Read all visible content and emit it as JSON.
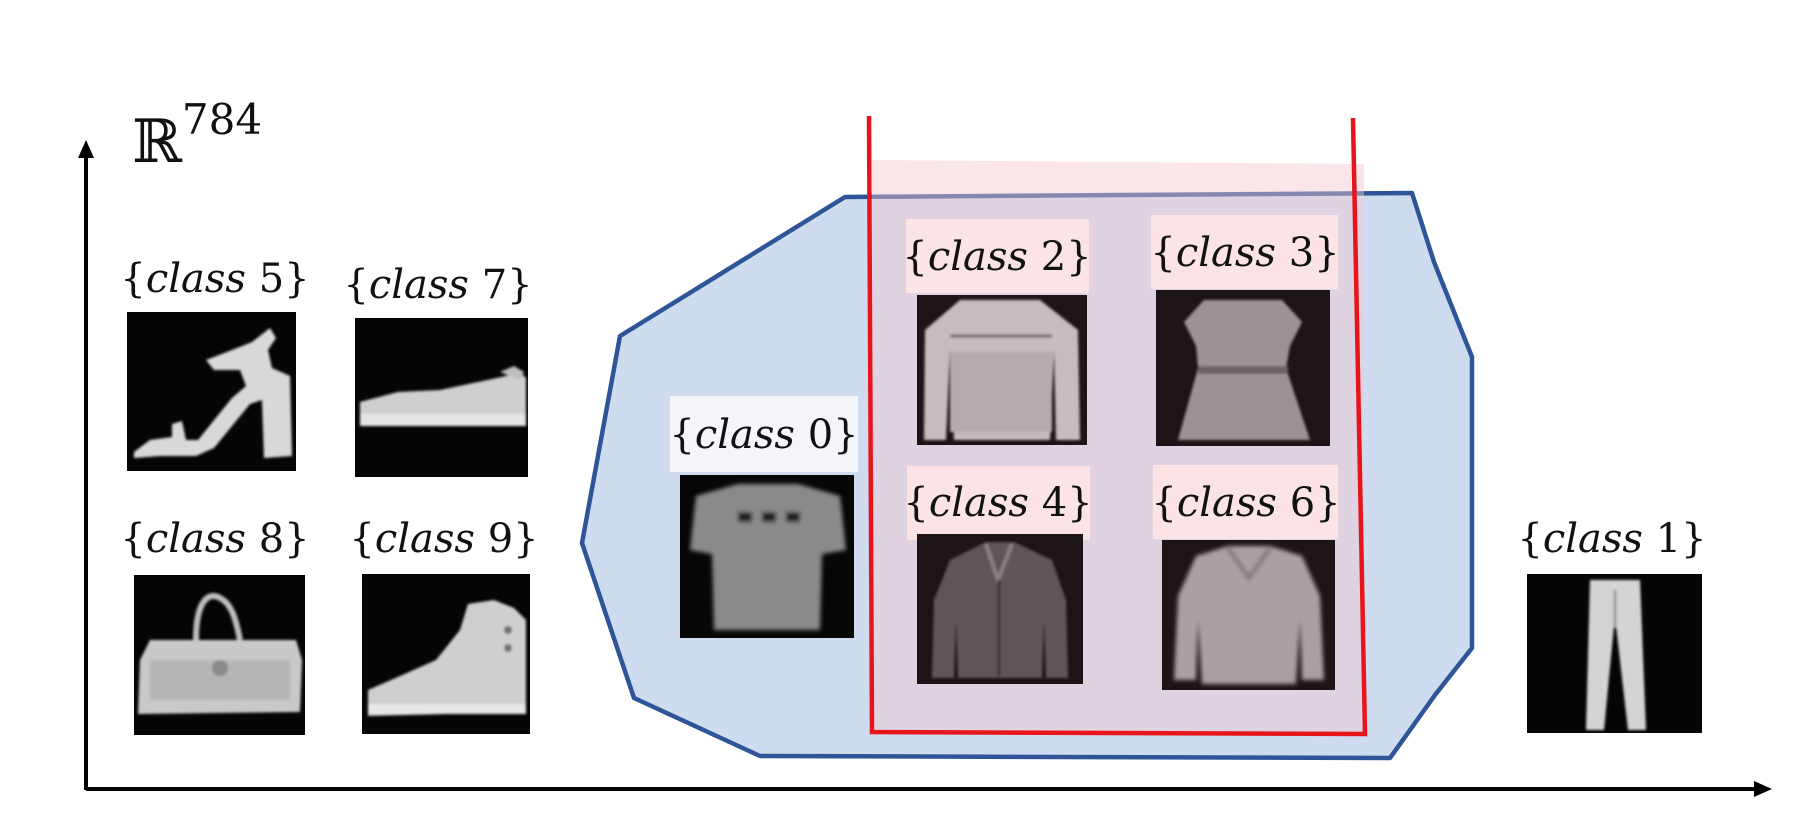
{
  "space_label": {
    "base": "ℝ",
    "exponent": "784"
  },
  "colors": {
    "region_fill": "#cfdcf0",
    "region_stroke": "#2e5597",
    "red_region_fill": "#f8d3d8",
    "red_stroke": "#e8141c",
    "axis": "#000000",
    "label_highlight": "#fbe3e6",
    "label_highlight_light": "#f4f6fb"
  },
  "classes": [
    {
      "id": "class-5",
      "word": "class",
      "num": "5",
      "item": "sandal"
    },
    {
      "id": "class-7",
      "word": "class",
      "num": "7",
      "item": "sneaker"
    },
    {
      "id": "class-8",
      "word": "class",
      "num": "8",
      "item": "bag"
    },
    {
      "id": "class-9",
      "word": "class",
      "num": "9",
      "item": "ankle-boot"
    },
    {
      "id": "class-0",
      "word": "class",
      "num": "0",
      "item": "t-shirt"
    },
    {
      "id": "class-2",
      "word": "class",
      "num": "2",
      "item": "pullover"
    },
    {
      "id": "class-3",
      "word": "class",
      "num": "3",
      "item": "dress"
    },
    {
      "id": "class-4",
      "word": "class",
      "num": "4",
      "item": "coat"
    },
    {
      "id": "class-6",
      "word": "class",
      "num": "6",
      "item": "shirt"
    },
    {
      "id": "class-1",
      "word": "class",
      "num": "1",
      "item": "trouser"
    }
  ]
}
